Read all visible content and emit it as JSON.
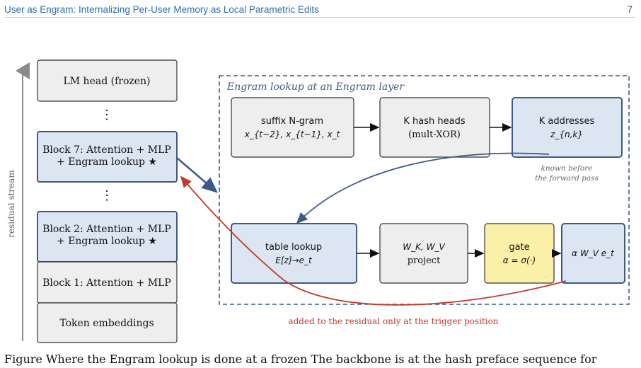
{
  "header": {
    "title": "User as Engram: Internalizing Per-User Memory as Local Parametric Edits",
    "page_number": "7"
  },
  "stack": {
    "axis_label": "residual stream",
    "lm_head": "LM head (frozen)",
    "ellipsis_top": "⋮",
    "block7_line1": "Block 7:  Attention + MLP",
    "block7_line2": "+ Engram lookup  ★",
    "ellipsis_mid": "⋮",
    "block2_line1": "Block 2:  Attention + MLP",
    "block2_line2": "+ Engram lookup  ★",
    "block1": "Block 1:  Attention + MLP",
    "embeddings": "Token embeddings"
  },
  "lookup_panel": {
    "title": "Engram lookup at an Engram layer",
    "suffix_line1": "suffix N-gram",
    "suffix_line2": "x_{t−2}, x_{t−1}, x_t",
    "hash_line1": "K hash heads",
    "hash_line2": "(mult-XOR)",
    "addr_line1": "K addresses",
    "addr_line2": "z_{n,k}",
    "known_note_line1": "known before",
    "known_note_line2": "the forward pass",
    "table_line1": "table lookup",
    "table_line2": "E[z]→e_t",
    "proj_line1": "W_K, W_V",
    "proj_line2": "project",
    "gate_line1": "gate",
    "gate_line2": "α = σ(·)",
    "out_label": "α W_V e_t"
  },
  "residual_note": "added to the residual only at the trigger position",
  "caption_fragment": "Figure  Where the Engram lookup is done at a frozen  The backbone is  at the hash preface sequence for",
  "colors": {
    "panel_border": "#3d5a86",
    "blue_fill": "#dce6f3",
    "gray_fill": "#eeeeee",
    "gate_fill": "#fbf0a8",
    "red_arrow": "#c0392b",
    "blue_arrow": "#3d5a86",
    "running_head": "#2f6da8"
  }
}
